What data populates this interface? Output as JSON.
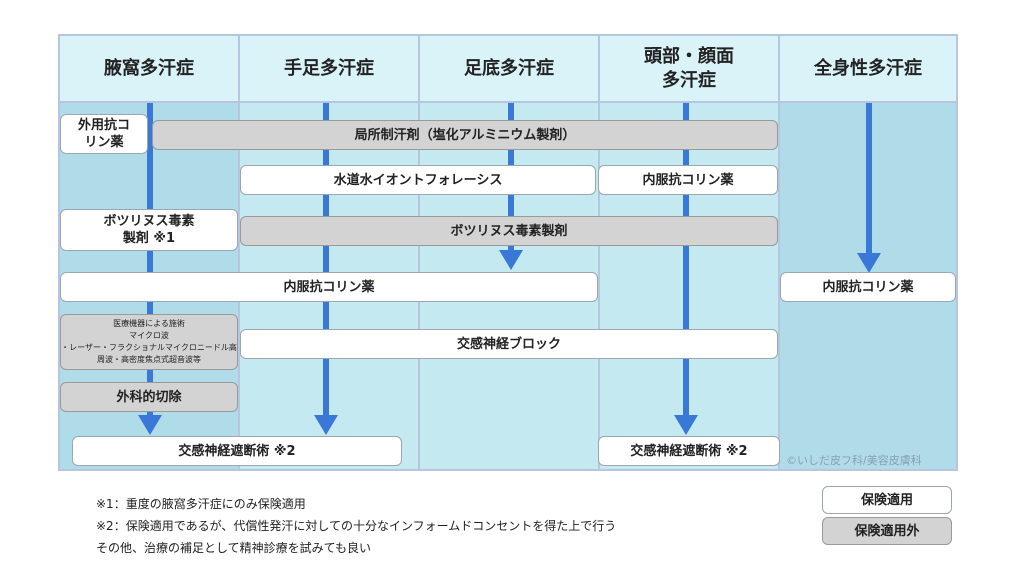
{
  "columns": [
    "腋窩多汗症",
    "手足多汗症",
    "足底多汗症",
    "頭部・顔面\n多汗症",
    "全身性多汗症"
  ],
  "treatments": {
    "topical_anticholinergic": "外用抗コ\nリン薬",
    "local_antiperspirant": "局所制汗剤（塩化アルミニウム製剤）",
    "iontophoresis": "水道水イオントフォレーシス",
    "oral_anticholinergic_head": "内服抗コリン薬",
    "botulinum_axilla": "ボツリヌス毒素\n製剤 ※1",
    "botulinum": "ボツリヌス毒素製剤",
    "oral_anticholinergic": "内服抗コリン薬",
    "oral_anticholinergic_general": "内服抗コリン薬",
    "device_treatment": "医療機器による施術\nマイクロ波\n・レーザー・フラクショナルマイクロニードル高\n周波・高密度焦点式超音波等",
    "sympathetic_block": "交感神経ブロック",
    "surgical_excision": "外科的切除",
    "sympathectomy_left": "交感神経遮断術 ※2",
    "sympathectomy_right": "交感神経遮断術 ※2"
  },
  "copyright": "©いしだ皮フ科/美容皮膚科",
  "notes": [
    "※1：重度の腋窩多汗症にのみ保険適用",
    "※2：保険適用であるが、代償性発汗に対しての十分なインフォームドコンセントを得た上で行う",
    "その他、治療の補足として精神診療を試みても良い"
  ],
  "legend": {
    "insured": "保険適用",
    "not_insured": "保険適用外"
  },
  "colors": {
    "frame_bg": "#c5e9f1",
    "header_bg": "#d9f3f9",
    "arrow": "#3a78d8",
    "insured_box": "#ffffff",
    "uninsured_box": "#d3d3d3"
  }
}
